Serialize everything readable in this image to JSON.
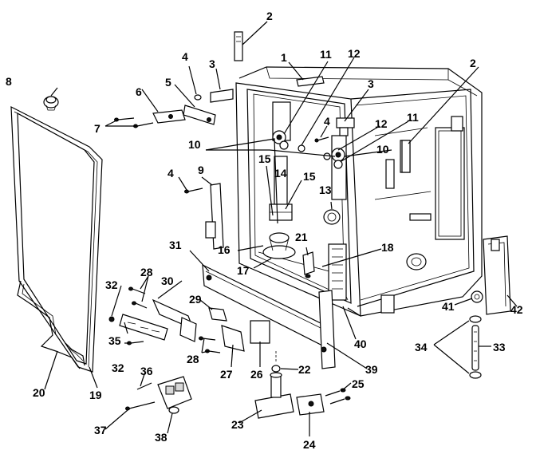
{
  "diagram": {
    "callouts": [
      {
        "id": "c1",
        "text": "1"
      },
      {
        "id": "c2a",
        "text": "2"
      },
      {
        "id": "c2b",
        "text": "2"
      },
      {
        "id": "c3a",
        "text": "3"
      },
      {
        "id": "c3b",
        "text": "3"
      },
      {
        "id": "c4a",
        "text": "4"
      },
      {
        "id": "c4b",
        "text": "4"
      },
      {
        "id": "c4c",
        "text": "4"
      },
      {
        "id": "c5",
        "text": "5"
      },
      {
        "id": "c6",
        "text": "6"
      },
      {
        "id": "c7",
        "text": "7"
      },
      {
        "id": "c8",
        "text": "8"
      },
      {
        "id": "c9",
        "text": "9"
      },
      {
        "id": "c10a",
        "text": "10"
      },
      {
        "id": "c10b",
        "text": "10"
      },
      {
        "id": "c11a",
        "text": "11"
      },
      {
        "id": "c11b",
        "text": "11"
      },
      {
        "id": "c12a",
        "text": "12"
      },
      {
        "id": "c12b",
        "text": "12"
      },
      {
        "id": "c13",
        "text": "13"
      },
      {
        "id": "c14",
        "text": "14"
      },
      {
        "id": "c15a",
        "text": "15"
      },
      {
        "id": "c15b",
        "text": "15"
      },
      {
        "id": "c16",
        "text": "16"
      },
      {
        "id": "c17",
        "text": "17"
      },
      {
        "id": "c18",
        "text": "18"
      },
      {
        "id": "c19",
        "text": "19"
      },
      {
        "id": "c20",
        "text": "20"
      },
      {
        "id": "c21",
        "text": "21"
      },
      {
        "id": "c22",
        "text": "22"
      },
      {
        "id": "c23",
        "text": "23"
      },
      {
        "id": "c24",
        "text": "24"
      },
      {
        "id": "c25",
        "text": "25"
      },
      {
        "id": "c26",
        "text": "26"
      },
      {
        "id": "c27",
        "text": "27"
      },
      {
        "id": "c28a",
        "text": "28"
      },
      {
        "id": "c28b",
        "text": "28"
      },
      {
        "id": "c29",
        "text": "29"
      },
      {
        "id": "c30",
        "text": "30"
      },
      {
        "id": "c31",
        "text": "31"
      },
      {
        "id": "c32a",
        "text": "32"
      },
      {
        "id": "c32b",
        "text": "32"
      },
      {
        "id": "c33",
        "text": "33"
      },
      {
        "id": "c34",
        "text": "34"
      },
      {
        "id": "c35",
        "text": "35"
      },
      {
        "id": "c36",
        "text": "36"
      },
      {
        "id": "c37",
        "text": "37"
      },
      {
        "id": "c38",
        "text": "38"
      },
      {
        "id": "c39",
        "text": "39"
      },
      {
        "id": "c40",
        "text": "40"
      },
      {
        "id": "c41",
        "text": "41"
      },
      {
        "id": "c42",
        "text": "42"
      }
    ]
  }
}
